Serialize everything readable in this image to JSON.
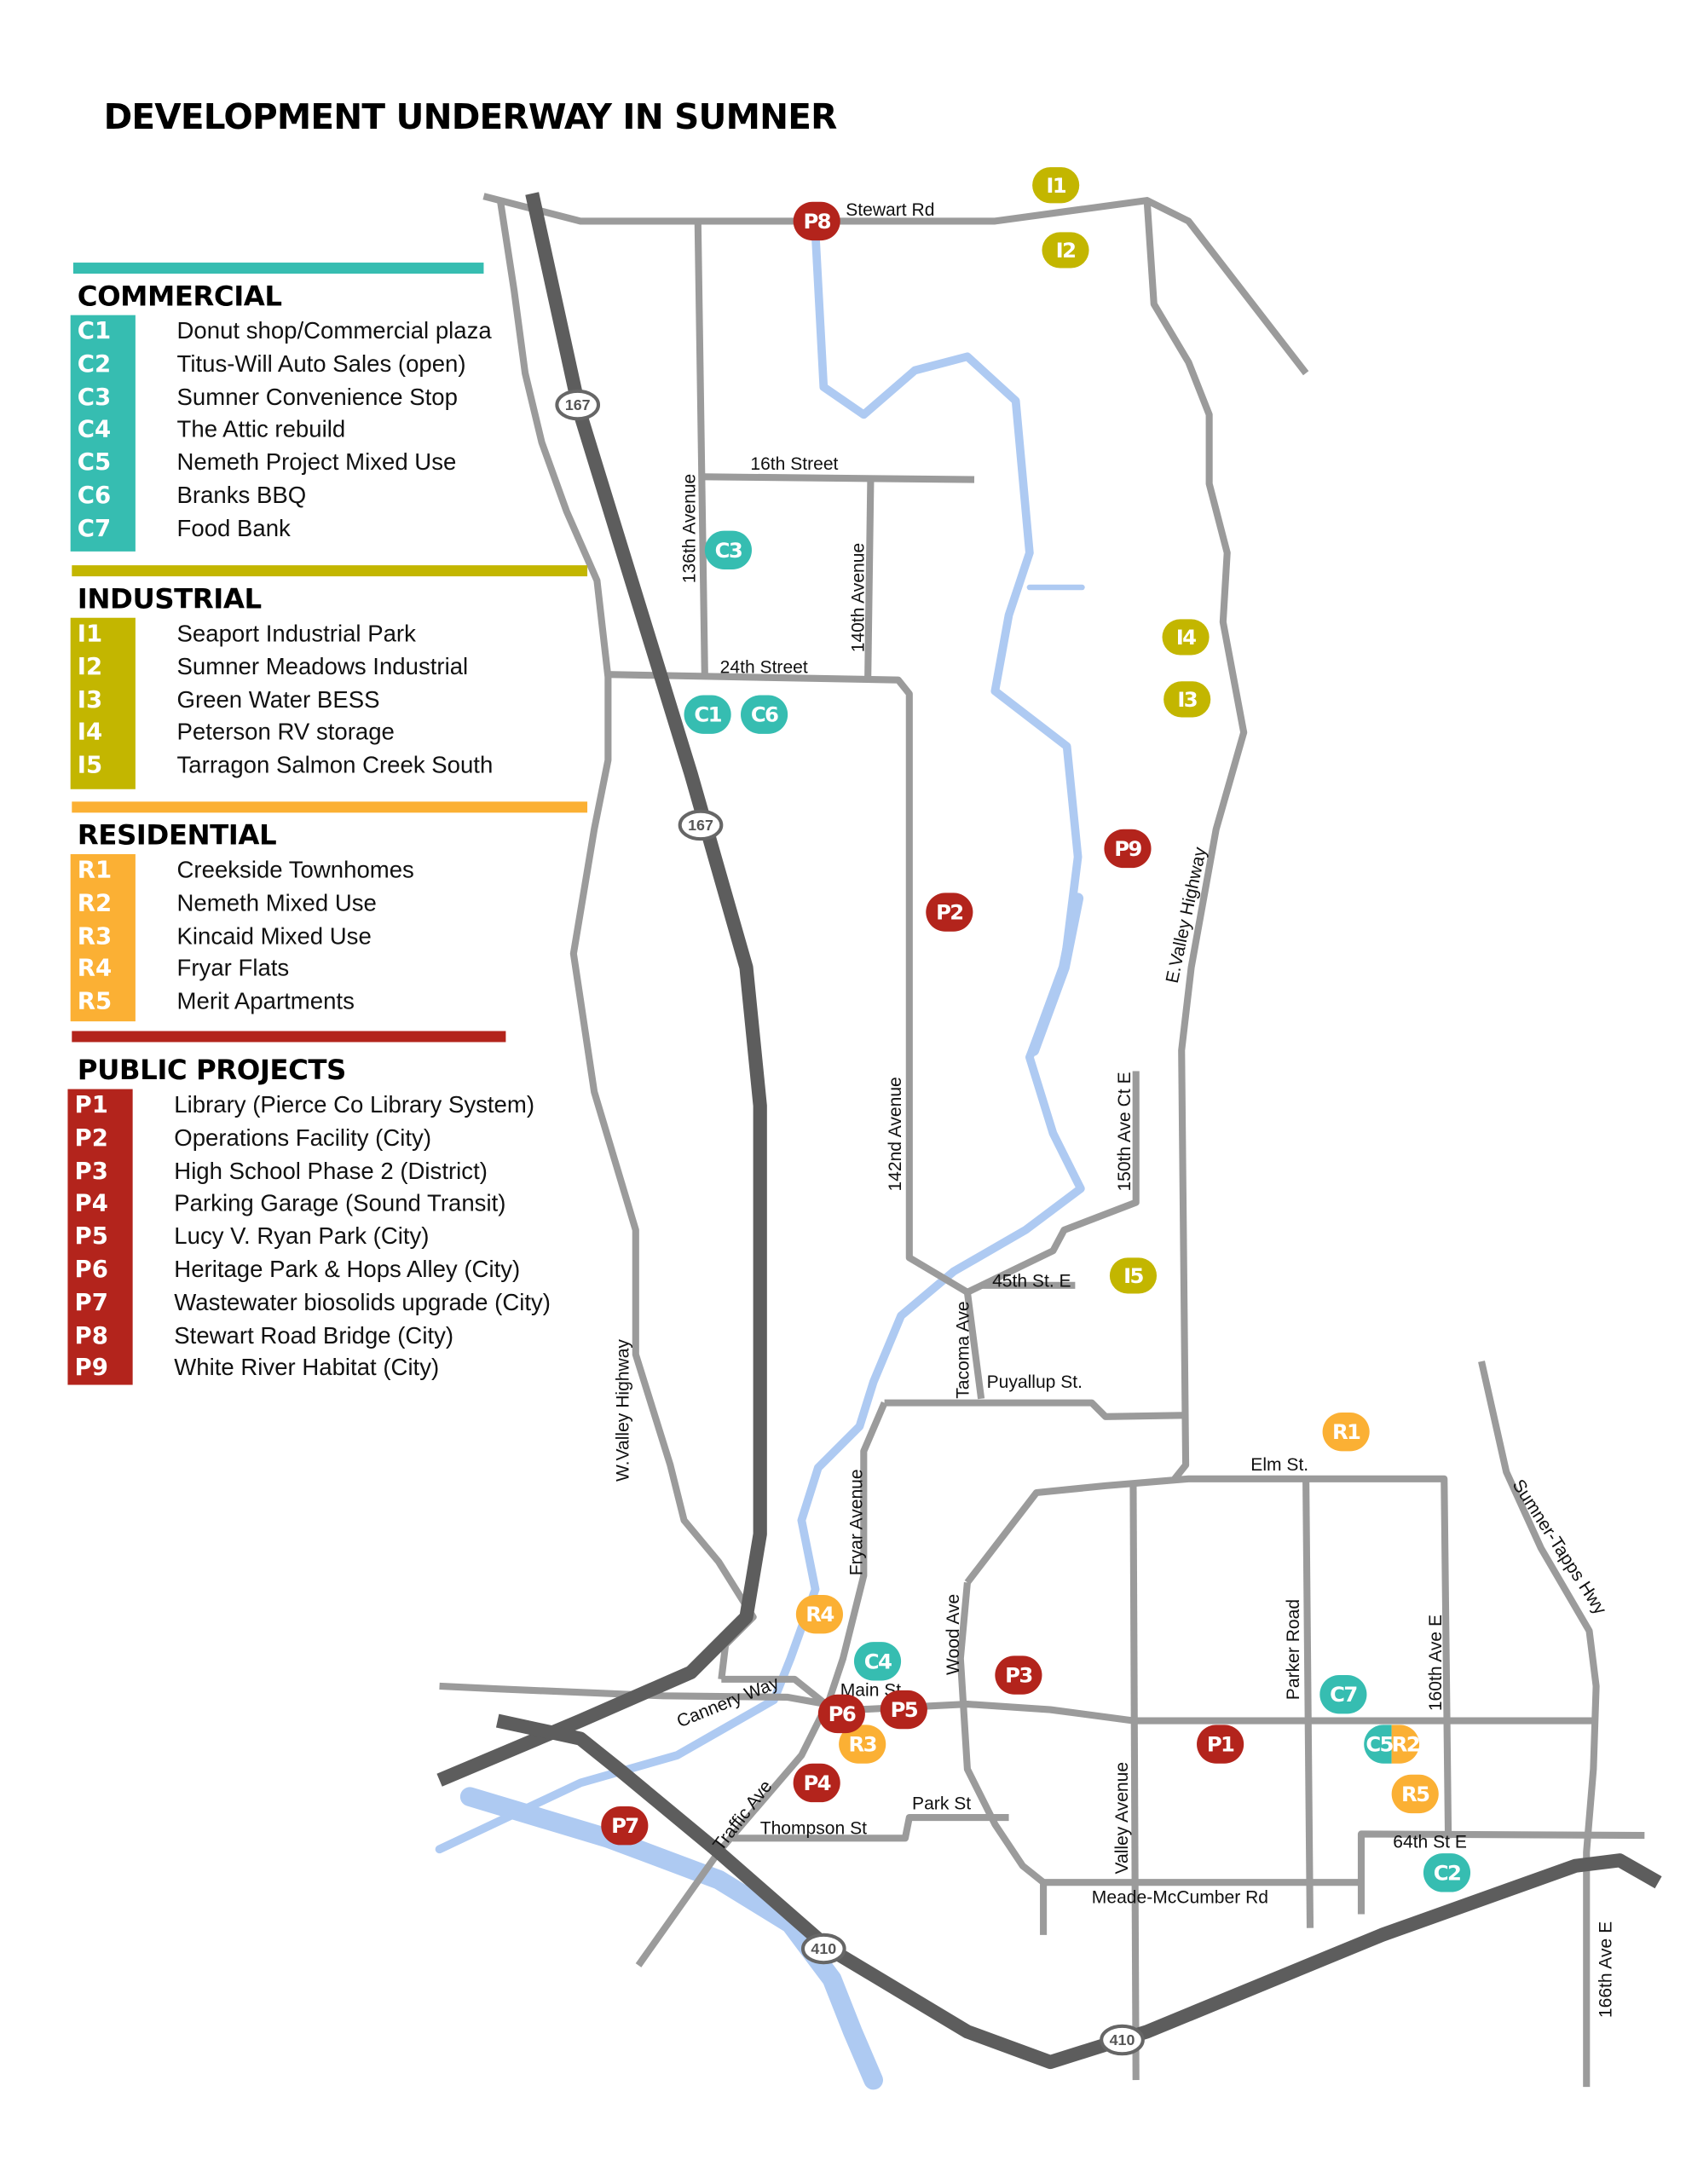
{
  "title": "DEVELOPMENT UNDERWAY IN SUMNER",
  "colors": {
    "commercial": "#36bdb1",
    "industrial": "#c3b600",
    "residential": "#fbb034",
    "public": "#b3241c",
    "road": "#9b9b9b",
    "highway": "#5d5d5d",
    "river": "#aecaf2"
  },
  "legend": {
    "commercial": {
      "heading": "COMMERCIAL",
      "items": [
        {
          "code": "C1",
          "name": "Donut shop/Commercial plaza"
        },
        {
          "code": "C2",
          "name": "Titus-Will Auto Sales (open)"
        },
        {
          "code": "C3",
          "name": "Sumner Convenience Stop"
        },
        {
          "code": "C4",
          "name": "The Attic rebuild"
        },
        {
          "code": "C5",
          "name": "Nemeth Project Mixed Use"
        },
        {
          "code": "C6",
          "name": "Branks BBQ"
        },
        {
          "code": "C7",
          "name": "Food Bank"
        }
      ]
    },
    "industrial": {
      "heading": "INDUSTRIAL",
      "items": [
        {
          "code": "I1",
          "name": "Seaport Industrial Park"
        },
        {
          "code": "I2",
          "name": "Sumner Meadows Industrial"
        },
        {
          "code": "I3",
          "name": "Green Water BESS"
        },
        {
          "code": "I4",
          "name": "Peterson RV storage"
        },
        {
          "code": "I5",
          "name": "Tarragon Salmon Creek South"
        }
      ]
    },
    "residential": {
      "heading": "RESIDENTIAL",
      "items": [
        {
          "code": "R1",
          "name": "Creekside Townhomes"
        },
        {
          "code": "R2",
          "name": "Nemeth Mixed Use"
        },
        {
          "code": "R3",
          "name": "Kincaid Mixed Use"
        },
        {
          "code": "R4",
          "name": "Fryar Flats"
        },
        {
          "code": "R5",
          "name": "Merit Apartments"
        }
      ]
    },
    "public": {
      "heading": "PUBLIC PROJECTS",
      "items": [
        {
          "code": "P1",
          "name": "Library (Pierce Co Library System)"
        },
        {
          "code": "P2",
          "name": "Operations Facility (City)"
        },
        {
          "code": "P3",
          "name": "High School Phase 2 (District)"
        },
        {
          "code": "P4",
          "name": "Parking Garage (Sound Transit)"
        },
        {
          "code": "P5",
          "name": "Lucy V. Ryan Park (City)"
        },
        {
          "code": "P6",
          "name": "Heritage Park & Hops Alley (City)"
        },
        {
          "code": "P7",
          "name": "Wastewater biosolids upgrade (City)"
        },
        {
          "code": "P8",
          "name": "Stewart Road Bridge (City)"
        },
        {
          "code": "P9",
          "name": "White River Habitat (City)"
        }
      ]
    }
  },
  "roads": {
    "stewart": "Stewart Rd",
    "s16": "16th Street",
    "a136": "136th Avenue",
    "a140": "140th Avenue",
    "s24": "24th Street",
    "evalley": "E.Valley Highway",
    "a142": "142nd Avenue",
    "a150": "150th Ave Ct E",
    "s45": "45th St. E",
    "tacoma": "Tacoma Ave",
    "puyallup": "Puyallup St.",
    "elm": "Elm St.",
    "fryar": "Fryar Avenue",
    "wvalley": "W.Valley Highway",
    "wood": "Wood Ave",
    "cannery": "Cannery Way",
    "main": "Main St",
    "traffic": "Traffic Ave",
    "thompson": "Thompson St",
    "park": "Park St",
    "parker": "Parker Road",
    "valley": "Valley Avenue",
    "a160": "160th Ave E",
    "s64": "64th St E",
    "meade": "Meade-McCumber Rd",
    "tapps": "Sumner-Tapps Hwy",
    "a166": "166th Ave E"
  },
  "shields": {
    "sr167": "167",
    "sr410": "410"
  }
}
